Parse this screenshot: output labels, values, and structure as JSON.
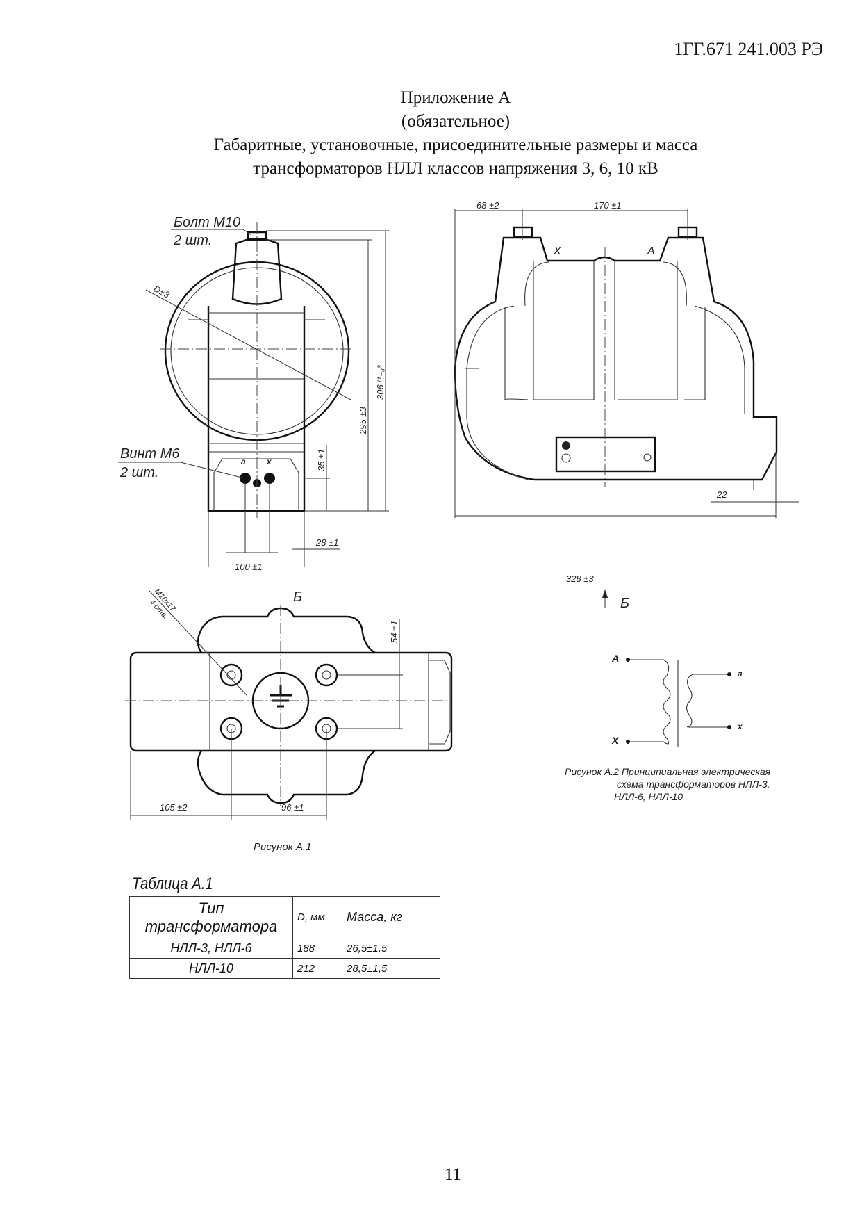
{
  "doc_code": "1ГГ.671 241.003 РЭ",
  "title": {
    "line1": "Приложение А",
    "line2": "(обязательное)",
    "line3": "Габаритные, установочные, присоединительные размеры и масса",
    "line4": "трансформаторов НЛЛ классов напряжения 3, 6, 10 кВ"
  },
  "figure1": {
    "front": {
      "bolt_label": "Болт М10",
      "bolt_qty": "2 шт.",
      "screw_label": "Винт М6",
      "screw_qty": "2 шт.",
      "dia": "D±3",
      "dim_306": "306⁺¹₋₃*",
      "dim_295": "295 ±3",
      "dim_35": "35 ±1",
      "dim_28": "28 ±1",
      "dim_100": "100 ±1",
      "term_a": "a",
      "term_x": "x"
    },
    "side": {
      "dim_68": "68 ±2",
      "dim_170": "170 ±1",
      "dim_328": "328 ±3",
      "dim_22": "22",
      "term_X": "X",
      "term_A": "A",
      "view_arrow": "Б"
    },
    "bottom": {
      "view_label": "Б",
      "holes": "М10х17",
      "holes_qty": "4 отв.",
      "dim_54": "54 ±1",
      "dim_105": "105 ±2",
      "dim_96": "96 ±1"
    },
    "caption": "Рисунок А.1"
  },
  "figure2": {
    "terminals": {
      "A": "A",
      "X": "X",
      "a": "a",
      "x": "x"
    },
    "caption_line1": "Рисунок А.2 Принципиальная электрическая",
    "caption_line2": "схема трансформаторов НЛЛ-3,",
    "caption_line3": "НЛЛ-6, НЛЛ-10"
  },
  "table": {
    "caption": "Таблица А.1",
    "headers": [
      "Тип трансформатора",
      "D, мм",
      "Масса, кг"
    ],
    "rows": [
      [
        "НЛЛ-3, НЛЛ-6",
        "188",
        "26,5±1,5"
      ],
      [
        "НЛЛ-10",
        "212",
        "28,5±1,5"
      ]
    ]
  },
  "page_number": "11"
}
